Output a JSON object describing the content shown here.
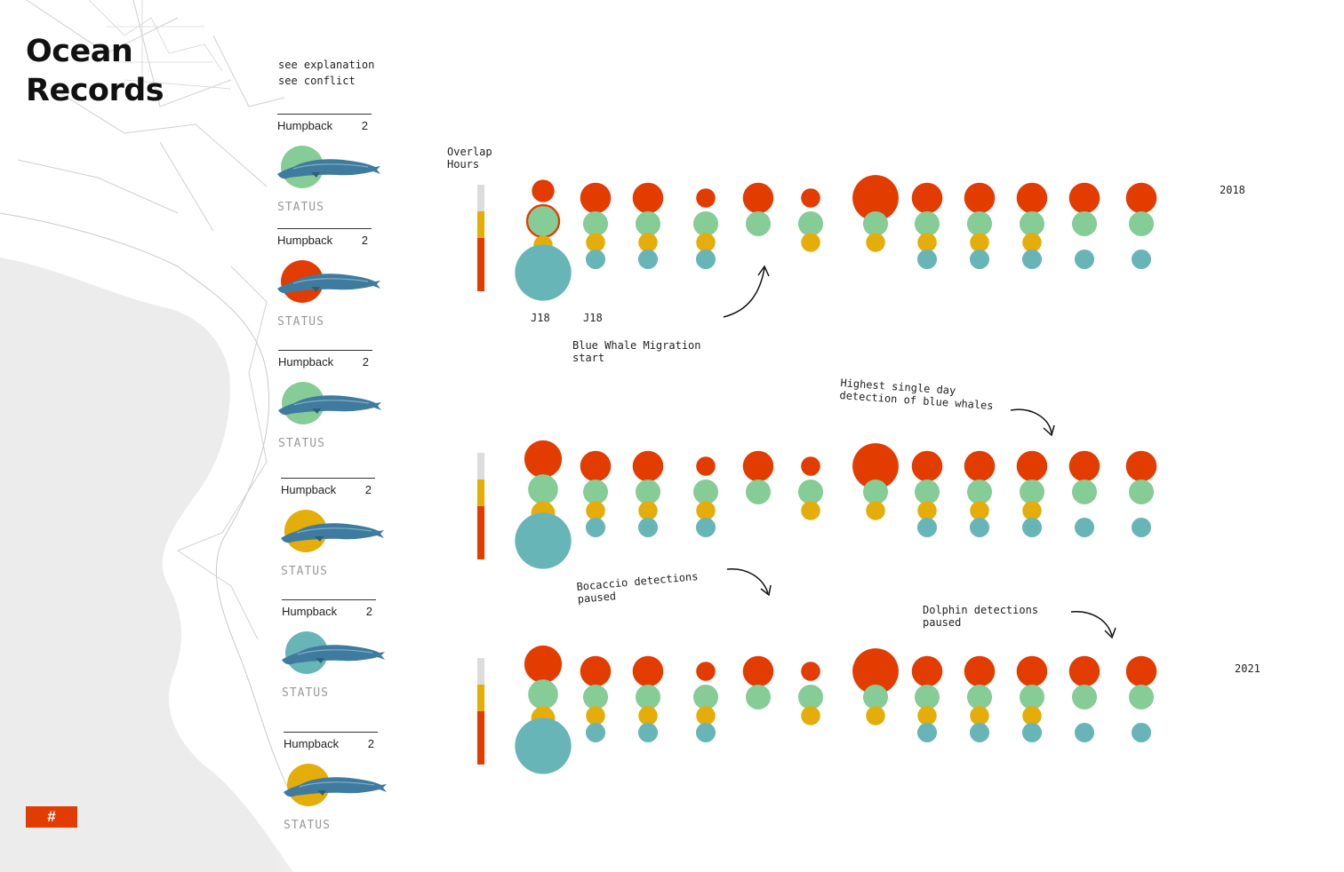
{
  "title": {
    "line1": "Ocean",
    "line2": "Records"
  },
  "links": {
    "explanation": "see explanation",
    "conflict": "see conflict"
  },
  "colors": {
    "red": "#e23c00",
    "green": "#86cc97",
    "yellow": "#e4ad09",
    "teal": "#68b5b8",
    "track_gray": "#dcdcdc"
  },
  "cards": [
    {
      "name": "Humpback",
      "count": "2",
      "status": "STATUS",
      "color": "green"
    },
    {
      "name": "Humpback",
      "count": "2",
      "status": "STATUS",
      "color": "red"
    },
    {
      "name": "Humpback",
      "count": "2",
      "status": "STATUS",
      "color": "green"
    },
    {
      "name": "Humpback",
      "count": "2",
      "status": "STATUS",
      "color": "yellow"
    },
    {
      "name": "Humpback",
      "count": "2",
      "status": "STATUS",
      "color": "teal"
    },
    {
      "name": "Humpback",
      "count": "2",
      "status": "STATUS",
      "color": "yellow"
    }
  ],
  "hash_button": "#",
  "overlap_label": {
    "line1": "Overlap",
    "line2": "Hours"
  },
  "years": {
    "top": "2018",
    "bottom": "2021"
  },
  "column_labels": [
    "J18",
    "J18"
  ],
  "annotations": {
    "migration": {
      "line1": "Blue Whale Migration",
      "line2": "start"
    },
    "highest": {
      "line1": "Highest single day",
      "line2": "detection of blue whales"
    },
    "bocaccio": {
      "line1": "Bocaccio detections",
      "line2": "paused"
    },
    "dolphin": {
      "line1": "Dolphin detections",
      "line2": "paused"
    }
  },
  "chart_data": {
    "type": "scatter",
    "encoding": "bubble size = detection level",
    "series_colors": [
      "red",
      "green",
      "yellow",
      "teal"
    ],
    "rows": [
      {
        "label": "2018",
        "columns": [
          {
            "red": 3,
            "green": 3,
            "yellow": 2,
            "teal": 6,
            "highlight": "green"
          },
          {
            "red": 4,
            "green": 2.5,
            "yellow": 2,
            "teal": 2
          },
          {
            "red": 4,
            "green": 2.5,
            "yellow": 2,
            "teal": 2
          },
          {
            "red": 2.5,
            "green": 2.5,
            "yellow": 2,
            "teal": 2
          },
          {
            "red": 4,
            "green": 2.5,
            "yellow": 0,
            "teal": 0
          },
          {
            "red": 2.5,
            "green": 2.5,
            "yellow": 2,
            "teal": 0
          },
          {
            "red": 6,
            "green": 2.5,
            "yellow": 2,
            "teal": 0
          },
          {
            "red": 4,
            "green": 2.5,
            "yellow": 2,
            "teal": 2
          },
          {
            "red": 4,
            "green": 2.5,
            "yellow": 2,
            "teal": 2
          },
          {
            "red": 4,
            "green": 2.5,
            "yellow": 2,
            "teal": 2
          },
          {
            "red": 4,
            "green": 2.5,
            "yellow": 0,
            "teal": 2
          },
          {
            "red": 4,
            "green": 2.5,
            "yellow": 0,
            "teal": 2
          }
        ]
      },
      {
        "label": "",
        "columns": [
          {
            "red": 5,
            "green": 3,
            "yellow": 2.5,
            "teal": 6
          },
          {
            "red": 4,
            "green": 2.5,
            "yellow": 2,
            "teal": 2
          },
          {
            "red": 4,
            "green": 2.5,
            "yellow": 2,
            "teal": 2
          },
          {
            "red": 2.5,
            "green": 2.5,
            "yellow": 2,
            "teal": 2
          },
          {
            "red": 4,
            "green": 2.5,
            "yellow": 0,
            "teal": 0
          },
          {
            "red": 2.5,
            "green": 2.5,
            "yellow": 2,
            "teal": 0
          },
          {
            "red": 6,
            "green": 2.5,
            "yellow": 2,
            "teal": 0
          },
          {
            "red": 4,
            "green": 2.5,
            "yellow": 2,
            "teal": 2
          },
          {
            "red": 4,
            "green": 2.5,
            "yellow": 2,
            "teal": 2
          },
          {
            "red": 4,
            "green": 2.5,
            "yellow": 2,
            "teal": 2
          },
          {
            "red": 4,
            "green": 2.5,
            "yellow": 0,
            "teal": 2
          },
          {
            "red": 4,
            "green": 2.5,
            "yellow": 0,
            "teal": 2
          }
        ]
      },
      {
        "label": "2021",
        "columns": [
          {
            "red": 5,
            "green": 3,
            "yellow": 2.5,
            "teal": 6
          },
          {
            "red": 4,
            "green": 2.5,
            "yellow": 2,
            "teal": 2
          },
          {
            "red": 4,
            "green": 2.5,
            "yellow": 2,
            "teal": 2
          },
          {
            "red": 2.5,
            "green": 2.5,
            "yellow": 2,
            "teal": 2
          },
          {
            "red": 4,
            "green": 2.5,
            "yellow": 0,
            "teal": 0
          },
          {
            "red": 2.5,
            "green": 2.5,
            "yellow": 2,
            "teal": 0
          },
          {
            "red": 6,
            "green": 2.5,
            "yellow": 2,
            "teal": 0
          },
          {
            "red": 4,
            "green": 2.5,
            "yellow": 2,
            "teal": 2
          },
          {
            "red": 4,
            "green": 2.5,
            "yellow": 2,
            "teal": 2
          },
          {
            "red": 4,
            "green": 2.5,
            "yellow": 2,
            "teal": 2
          },
          {
            "red": 4,
            "green": 2.5,
            "yellow": 0,
            "teal": 2
          },
          {
            "red": 4,
            "green": 2.5,
            "yellow": 0,
            "teal": 2
          }
        ]
      }
    ]
  }
}
